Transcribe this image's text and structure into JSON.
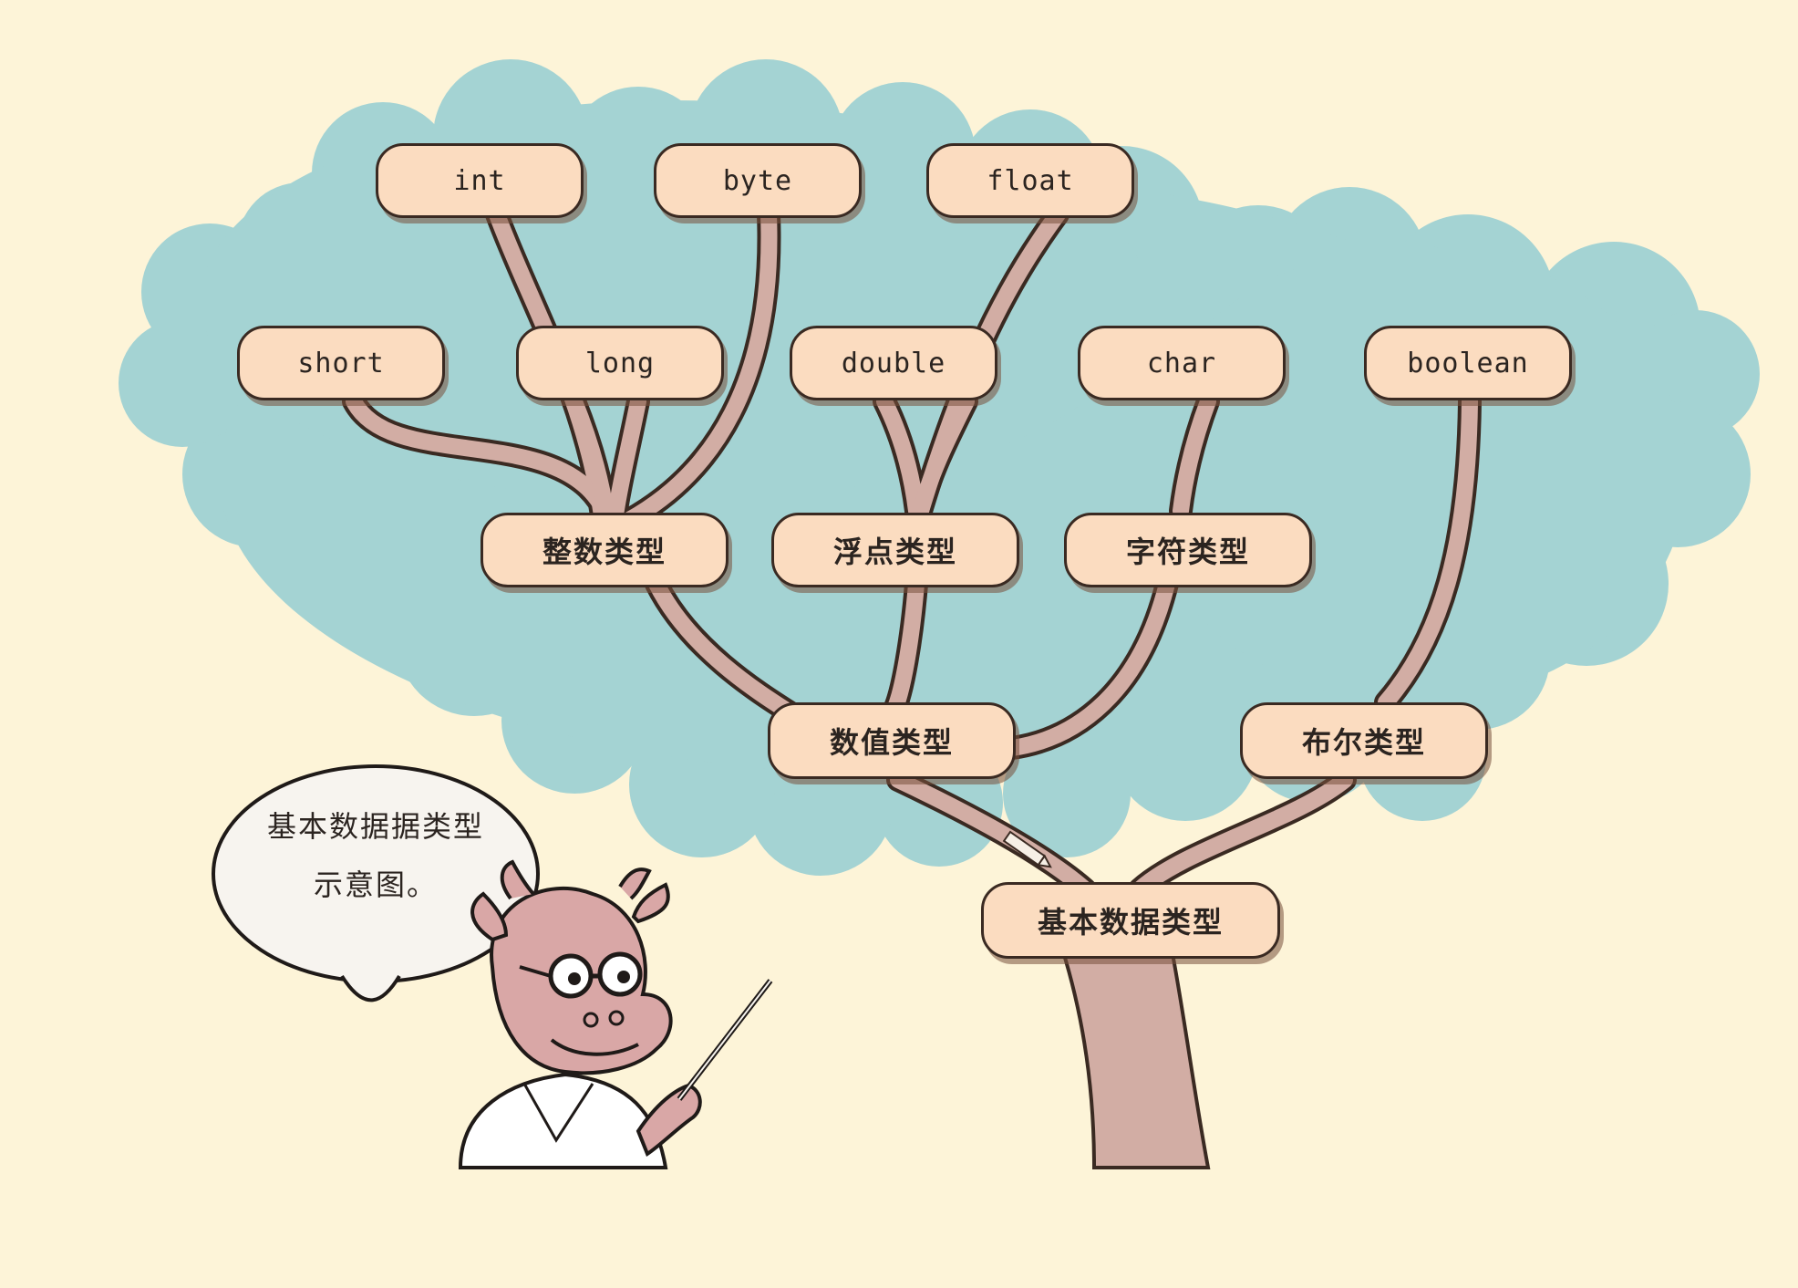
{
  "diagram": {
    "leaves": {
      "int": "int",
      "byte": "byte",
      "float": "float",
      "short": "short",
      "long": "long",
      "double": "double",
      "char": "char",
      "boolean": "boolean"
    },
    "categories": {
      "integer": "整数类型",
      "floating": "浮点类型",
      "character": "字符类型",
      "numeric": "数值类型",
      "boolean": "布尔类型",
      "root": "基本数据类型"
    }
  },
  "speech_bubble": {
    "line1": "基本数据据类型",
    "line2": "示意图。"
  },
  "colors": {
    "background": "#fdf4d8",
    "foliage": "#a4d3d3",
    "node_fill": "#fbdcc0",
    "branch": "#d2ada4",
    "outline": "#3a2a22"
  }
}
